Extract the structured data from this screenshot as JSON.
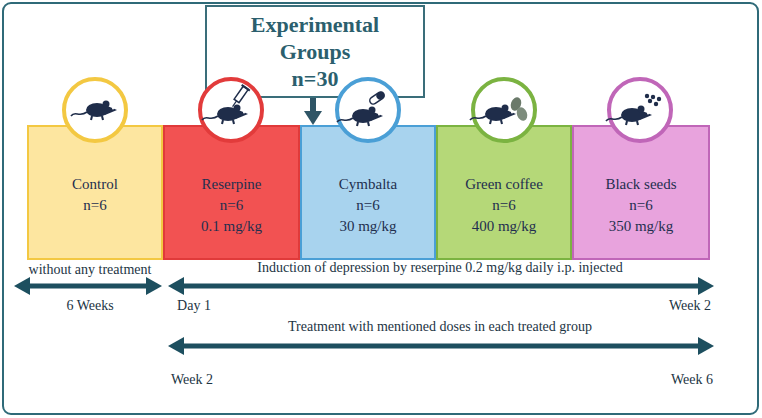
{
  "diagram": {
    "nodes": [
      {
        "text": [
          "Experimental Groups",
          "n=30"
        ]
      },
      {
        "text": [
          "Control",
          "n=6"
        ]
      },
      {
        "text": [
          "Reserpine",
          "n=6",
          "0.1 mg/kg"
        ]
      },
      {
        "text": [
          "Cymbalta",
          "n=6",
          "30 mg/kg"
        ]
      },
      {
        "text": [
          "Green coffee",
          "n=6",
          "400 mg/kg"
        ]
      },
      {
        "text": [
          "Black seeds",
          "n=6",
          "350 mg/kg"
        ]
      }
    ],
    "edges": [
      {
        "from": 0,
        "to": 3,
        "arrow": "to"
      }
    ],
    "labels": [
      "without any treatment",
      "6 Weeks",
      "Induction of depression by reserpine 0.2 mg/kg daily i.p. injected",
      "Day 1",
      "Week 2",
      "Treatment with mentioned doses in each treated group",
      "Week 2",
      "Week 6"
    ]
  }
}
